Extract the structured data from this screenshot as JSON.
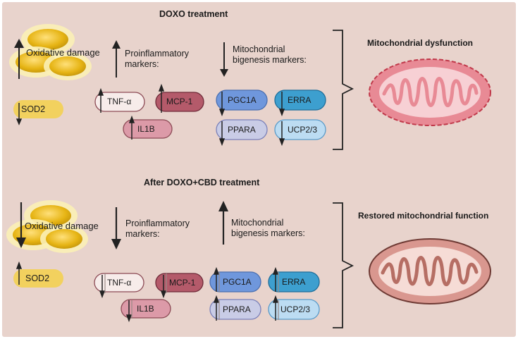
{
  "top": {
    "title": "DOXO treatment",
    "oxidative_label": "Oxidative damage",
    "sod2": "SOD2",
    "proinflammatory_label": "Proinflammatory markers:",
    "proinflammatory_line1": "Proinflammatory",
    "proinflammatory_line2": "markers:",
    "mito_line1": "Mitochondrial",
    "mito_line2": "bigenesis markers:",
    "tnf": "TNF-α",
    "mcp1": "MCP-1",
    "il1b": "IL1B",
    "pgc1a": "PGC1A",
    "erra": "ERRA",
    "ppara": "PPARA",
    "ucp": "UCP2/3",
    "outcome": "Mitochondrial dysfunction"
  },
  "bottom": {
    "title": "After DOXO+CBD treatment",
    "oxidative_label": "Oxidative damage",
    "sod2": "SOD2",
    "proinflammatory_line1": "Proinflammatory",
    "proinflammatory_line2": "markers:",
    "mito_line1": "Mitochondrial",
    "mito_line2": "bigenesis markers:",
    "tnf": "TNF-α",
    "mcp1": "MCP-1",
    "il1b": "IL1B",
    "pgc1a": "PGC1A",
    "erra": "ERRA",
    "ppara": "PPARA",
    "ucp": "UCP2/3",
    "outcome": "Restored mitochondrial function"
  },
  "colors": {
    "background": "#e8d3cc",
    "tnf_fill": "#f7ecea",
    "mcp1_fill": "#b45a6a",
    "il1b_fill": "#dc9aa8",
    "pgc1a_fill": "#6f97dc",
    "erra_fill": "#3d9fcf",
    "ppara_fill": "#c9cce6",
    "ucp_fill": "#bcdcf2",
    "sod2_fill": "#f2d15e",
    "droplet_fill": "#e0b215",
    "dysfunction_mito": "#e88a95",
    "restored_mito": "#d9978f"
  },
  "icons": [
    "droplet-icon",
    "up-arrow-icon",
    "down-arrow-icon",
    "mitochondrion-icon",
    "bracket-icon"
  ]
}
